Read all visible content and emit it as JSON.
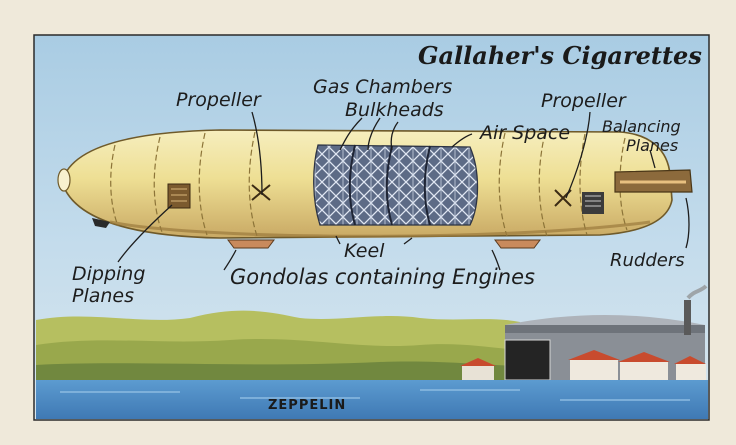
{
  "brand": "Gallaher's Cigarettes",
  "caption": "ZEPPELIN",
  "labels": {
    "propeller_left": "Propeller",
    "gas_chambers": "Gas Chambers",
    "bulkheads": "Bulkheads",
    "propeller_right": "Propeller",
    "air_space": "Air Space",
    "balancing_planes_1": "Balancing",
    "balancing_planes_2": "Planes",
    "keel": "Keel",
    "dipping_planes_1": "Dipping",
    "dipping_planes_2": "Planes",
    "gondolas": "Gondolas containing Engines",
    "rudders": "Rudders"
  },
  "colors": {
    "card": "#efe9da",
    "sky": "#9fc6de",
    "hull": "#e9d98a",
    "water": "#4f8ec4",
    "hills": "#b9c162"
  }
}
